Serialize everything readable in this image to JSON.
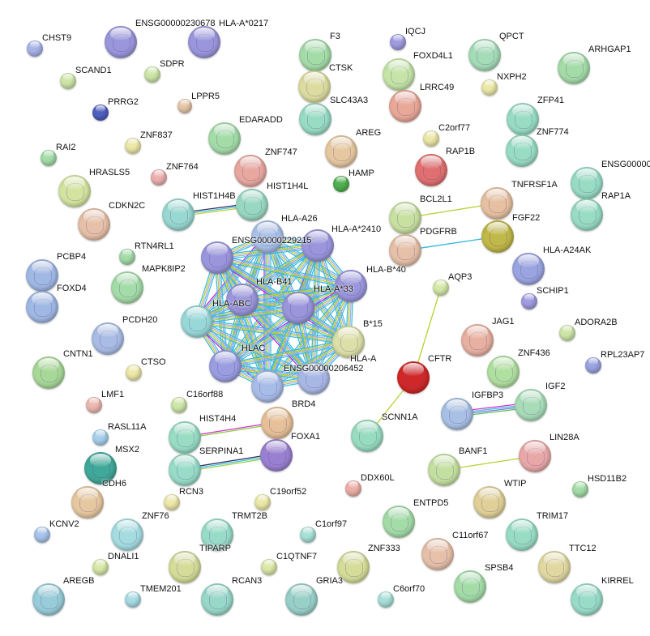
{
  "nodes": [
    {
      "label": "CHST9",
      "color": "#a8b4e8"
    },
    {
      "label": "ENSG00000230678",
      "color": "#9a96dc"
    },
    {
      "label": "HLA-A*0217",
      "color": "#9a96dc"
    },
    {
      "label": "SCAND1",
      "color": "#cde6a8"
    },
    {
      "label": "SDPR",
      "color": "#cde6a8"
    },
    {
      "label": "PRRG2",
      "color": "#5060c0"
    },
    {
      "label": "LPPR5",
      "color": "#e6c8a8"
    },
    {
      "label": "F3",
      "color": "#a4dca8"
    },
    {
      "label": "IQCJ",
      "color": "#a09ce0"
    },
    {
      "label": "QPCT",
      "color": "#a4dcb8"
    },
    {
      "label": "ARHGAP1",
      "color": "#a4dca8"
    },
    {
      "label": "FOXD4L1",
      "color": "#c4e4a8"
    },
    {
      "label": "NXPH2",
      "color": "#ece8a8"
    },
    {
      "label": "CTSK",
      "color": "#dcdca0"
    },
    {
      "label": "LRRC49",
      "color": "#e8a898"
    },
    {
      "label": "SLC43A3",
      "color": "#98dcc4"
    },
    {
      "label": "ZFP41",
      "color": "#98dcc4"
    },
    {
      "label": "C2orf77",
      "color": "#ece8a8"
    },
    {
      "label": "ZNF837",
      "color": "#ece8a8"
    },
    {
      "label": "EDARADD",
      "color": "#a4dca8"
    },
    {
      "label": "AREG",
      "color": "#e6c8a0"
    },
    {
      "label": "ZNF774",
      "color": "#98dcc4"
    },
    {
      "label": "RAI2",
      "color": "#a4dca8"
    },
    {
      "label": "ZNF764",
      "color": "#ecb0b0"
    },
    {
      "label": "HRASLS5",
      "color": "#d4e4a0"
    },
    {
      "label": "ZNF747",
      "color": "#e8a8a0"
    },
    {
      "label": "HAMP",
      "color": "#50b050"
    },
    {
      "label": "RAP1B",
      "color": "#e07070"
    },
    {
      "label": "ENSG00000",
      "color": "#98dcc4"
    },
    {
      "label": "HIST1H4B",
      "color": "#98d8d0"
    },
    {
      "label": "HIST1H4L",
      "color": "#98d8c0"
    },
    {
      "label": "TNFRSF1A",
      "color": "#e6c0a0"
    },
    {
      "label": "BCL2L1",
      "color": "#c8e0a0"
    },
    {
      "label": "RAP1A",
      "color": "#98dcc4"
    },
    {
      "label": "CDKN2C",
      "color": "#e6c0a8"
    },
    {
      "label": "FGF22",
      "color": "#c0b848"
    },
    {
      "label": "HLA-A26",
      "color": "#a8c0e8"
    },
    {
      "label": "HLA-A*2410",
      "color": "#9a96dc"
    },
    {
      "label": "ENSG00000229215",
      "color": "#9a96dc"
    },
    {
      "label": "PDGFRB",
      "color": "#e6c0a8"
    },
    {
      "label": "RTN4RL1",
      "color": "#a4dca8"
    },
    {
      "label": "PCBP4",
      "color": "#a0b8e4"
    },
    {
      "label": "HLA-A24AK",
      "color": "#9aa4e0"
    },
    {
      "label": "MAPK8IP2",
      "color": "#a4dca8"
    },
    {
      "label": "HLA-B*40",
      "color": "#9a96dc"
    },
    {
      "label": "HLA-ABC",
      "color": "#9a96dc"
    },
    {
      "label": "HLA-B41",
      "color": "#98d8d8"
    },
    {
      "label": "HLA-A*33",
      "color": "#9a96dc"
    },
    {
      "label": "AQP3",
      "color": "#d4e8a8"
    },
    {
      "label": "FOXD4",
      "color": "#a0b8e4"
    },
    {
      "label": "SCHIP1",
      "color": "#a09ce0"
    },
    {
      "label": "PCDH20",
      "color": "#a8bce4"
    },
    {
      "label": "B*15",
      "color": "#dce0a8"
    },
    {
      "label": "JAG1",
      "color": "#e8b0a0"
    },
    {
      "label": "ADORA2B",
      "color": "#cde6a8"
    },
    {
      "label": "HLAC",
      "color": "#9a9ee0"
    },
    {
      "label": "HLA-A",
      "color": "#a8b8e4"
    },
    {
      "label": "ENSG00000206452",
      "color": "#a8bce8"
    },
    {
      "label": "CFTR",
      "color": "#d02828"
    },
    {
      "label": "CNTN1",
      "color": "#a8d898"
    },
    {
      "label": "CTSO",
      "color": "#ece8a8"
    },
    {
      "label": "ZNF436",
      "color": "#b0e0a0"
    },
    {
      "label": "RPL23AP7",
      "color": "#9aa4e0"
    },
    {
      "label": "LMF1",
      "color": "#ecb8b0"
    },
    {
      "label": "C16orf88",
      "color": "#cde6a8"
    },
    {
      "label": "BRD4",
      "color": "#e6c098"
    },
    {
      "label": "IGFBP3",
      "color": "#a8c0e4"
    },
    {
      "label": "IGF2",
      "color": "#a8dcb8"
    },
    {
      "label": "RASL11A",
      "color": "#a8d0ec"
    },
    {
      "label": "HIST4H4",
      "color": "#98dcc4"
    },
    {
      "label": "SCNN1A",
      "color": "#98dcc0"
    },
    {
      "label": "SERPINA1",
      "color": "#98dcc8"
    },
    {
      "label": "FOXA1",
      "color": "#9a80d0"
    },
    {
      "label": "LIN28A",
      "color": "#e8a8a8"
    },
    {
      "label": "BANF1",
      "color": "#c4e0a0"
    },
    {
      "label": "MSX2",
      "color": "#40a898"
    },
    {
      "label": "CDH6",
      "color": "#e6c8a0"
    },
    {
      "label": "DDX60L",
      "color": "#ecb0a8"
    },
    {
      "label": "HSD11B2",
      "color": "#a4dca8"
    },
    {
      "label": "RCN3",
      "color": "#ece8a8"
    },
    {
      "label": "C19orf52",
      "color": "#ece8a8"
    },
    {
      "label": "WTIP",
      "color": "#e0d098"
    },
    {
      "label": "ENTPD5",
      "color": "#a4dca8"
    },
    {
      "label": "C1orf97",
      "color": "#a8e0d8"
    },
    {
      "label": "ZNF76",
      "color": "#a4dce0"
    },
    {
      "label": "TRMT2B",
      "color": "#98dcc8"
    },
    {
      "label": "TRIM17",
      "color": "#98dcc4"
    },
    {
      "label": "KCNV2",
      "color": "#a8c4ec"
    },
    {
      "label": "C11orf67",
      "color": "#e6c0a8"
    },
    {
      "label": "DNALI1",
      "color": "#d8e8a8"
    },
    {
      "label": "TIPARP",
      "color": "#d4dc98"
    },
    {
      "label": "C1QTNF7",
      "color": "#dce8a8"
    },
    {
      "label": "ZNF333",
      "color": "#d4dc98"
    },
    {
      "label": "TTC12",
      "color": "#e0d8a0"
    },
    {
      "label": "SPSB4",
      "color": "#a4dca8"
    },
    {
      "label": "AREGB",
      "color": "#98ccd8"
    },
    {
      "label": "TMEM201",
      "color": "#a8dce4"
    },
    {
      "label": "RCAN3",
      "color": "#98d8c8"
    },
    {
      "label": "GRIA3",
      "color": "#98d0c8"
    },
    {
      "label": "C6orf70",
      "color": "#a8e0d8"
    },
    {
      "label": "KIRREL",
      "color": "#98dcc8"
    }
  ],
  "edges": [
    {
      "a": "HIST1H4B",
      "b": "HIST1H4L",
      "colors": [
        "#303060",
        "#3ec0e0",
        "#c0d030"
      ]
    },
    {
      "a": "BCL2L1",
      "b": "TNFRSF1A",
      "colors": [
        "#b8d030"
      ]
    },
    {
      "a": "PDGFRB",
      "b": "FGF22",
      "colors": [
        "#30b8d8"
      ]
    },
    {
      "a": "AQP3",
      "b": "CFTR",
      "colors": [
        "#b8d030"
      ]
    },
    {
      "a": "CFTR",
      "b": "SCNN1A",
      "colors": [
        "#b8d030"
      ]
    },
    {
      "a": "IGFBP3",
      "b": "IGF2",
      "colors": [
        "#d030d0",
        "#3ec0e0",
        "#8080e0",
        "#60c060"
      ]
    },
    {
      "a": "HIST4H4",
      "b": "BRD4",
      "colors": [
        "#d030d0",
        "#90d040"
      ]
    },
    {
      "a": "SERPINA1",
      "b": "FOXA1",
      "colors": [
        "#303060",
        "#3ec0e0",
        "#90d040"
      ]
    },
    {
      "a": "BANF1",
      "b": "LIN28A",
      "colors": [
        "#b8d030"
      ]
    }
  ],
  "cluster": {
    "members": [
      "HLA-A26",
      "HLA-A*2410",
      "ENSG00000229215",
      "HLA-B*40",
      "HLA-ABC",
      "HLA-B41",
      "HLA-A*33",
      "B*15",
      "HLAC",
      "HLA-A",
      "ENSG00000206452"
    ],
    "colors": [
      "#3ec0e0",
      "#a8a8f0",
      "#c0d020",
      "#40b8e8"
    ],
    "accent": "#d020d0"
  }
}
